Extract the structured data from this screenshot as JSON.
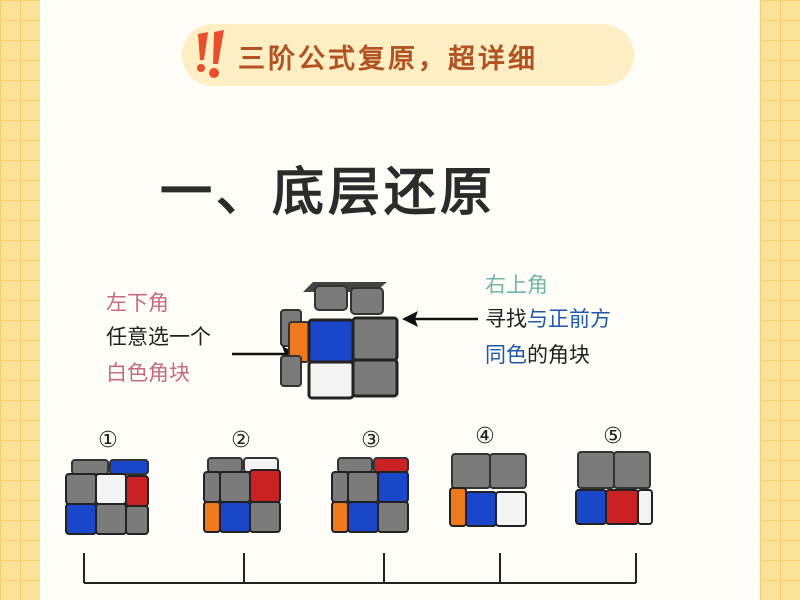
{
  "banner": {
    "icon": "double-exclamation-icon",
    "text": "三阶公式复原，超详细"
  },
  "section": {
    "title": "一、底层还原"
  },
  "left_note": {
    "line1": "左下角",
    "line2": "任意选一个",
    "line3": "白色角块"
  },
  "right_note": {
    "line1": "右上角",
    "line2_a": "寻找",
    "line2_b": "与正前方",
    "line3_a": "同色",
    "line3_b": "的角块"
  },
  "steps": [
    "①",
    "②",
    "③",
    "④",
    "⑤"
  ],
  "colors": {
    "grid": "#fbe49a",
    "banner_bg": "#fdeec3",
    "banner_text": "#b25322",
    "pink": "#c46a86",
    "teal": "#6fb8a6",
    "blue": "#1f58a8",
    "cube_gray": "#7b7b7b",
    "cube_blue": "#1a47c9",
    "cube_red": "#c82222",
    "cube_orange": "#ef7a1e",
    "cube_white": "#f3f3f3"
  }
}
